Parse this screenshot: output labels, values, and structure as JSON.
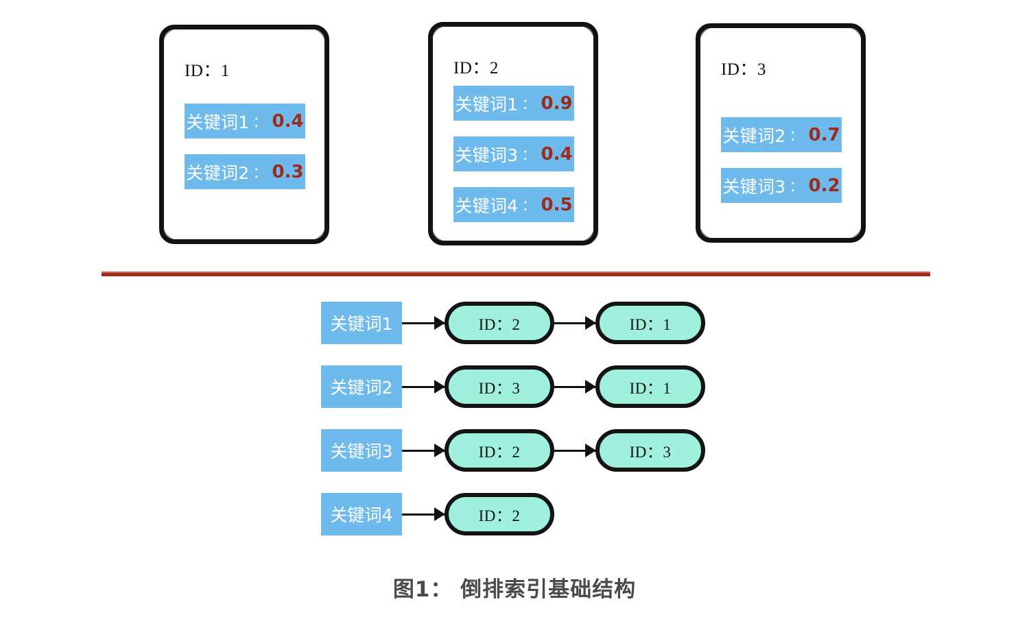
{
  "figure": {
    "caption": "图1： 倒排索引基础结构",
    "divider_color": "#9e2b1e",
    "background_color": "#ffffff"
  },
  "colors": {
    "keyword_box": "#6fbaec",
    "keyword_text": "#ffffff",
    "score_text": "#9d2a1b",
    "posting_pill": "#9ff0dd",
    "border": "#111111",
    "caption_text": "#4a4a4a"
  },
  "forward_index": {
    "section_name": "documents",
    "cards": [
      {
        "id_label": "ID：1",
        "keywords": [
          {
            "term": "关键词1",
            "separator": "：",
            "score": "0.4"
          },
          {
            "term": "关键词2",
            "separator": "：",
            "score": "0.3"
          }
        ]
      },
      {
        "id_label": "ID：2",
        "keywords": [
          {
            "term": "关键词1",
            "separator": "：",
            "score": "0.9"
          },
          {
            "term": "关键词3",
            "separator": "：",
            "score": "0.4"
          },
          {
            "term": "关键词4",
            "separator": "：",
            "score": "0.5"
          }
        ]
      },
      {
        "id_label": "ID：3",
        "keywords": [
          {
            "term": "关键词2",
            "separator": "：",
            "score": "0.7"
          },
          {
            "term": "关键词3",
            "separator": "：",
            "score": "0.2"
          }
        ]
      }
    ]
  },
  "inverted_index": {
    "section_name": "posting-lists",
    "rows": [
      {
        "term": "关键词1",
        "postings": [
          "ID：2",
          "ID：1"
        ]
      },
      {
        "term": "关键词2",
        "postings": [
          "ID：3",
          "ID：1"
        ]
      },
      {
        "term": "关键词3",
        "postings": [
          "ID：2",
          "ID：3"
        ]
      },
      {
        "term": "关键词4",
        "postings": [
          "ID：2"
        ]
      }
    ]
  }
}
